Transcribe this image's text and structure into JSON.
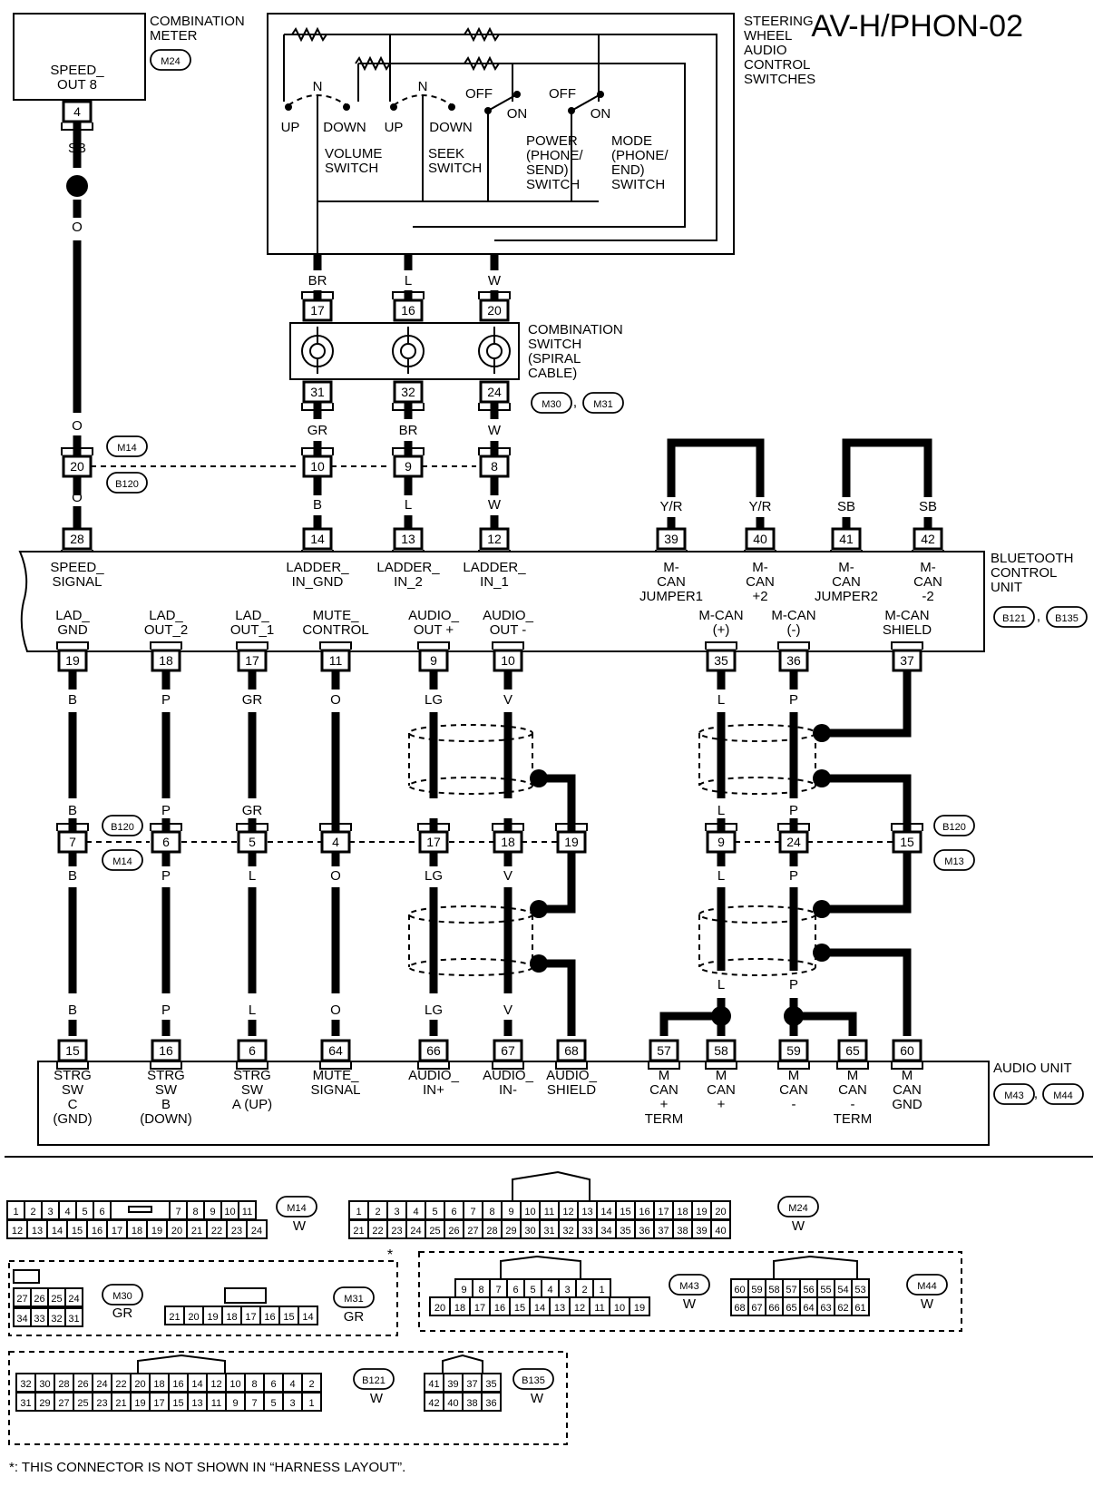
{
  "title": "AV-H/PHON-02",
  "components": {
    "combination_meter": {
      "name": "COMBINATION\nMETER",
      "connector": "M24",
      "terminal_label": "SPEED_\nOUT 8"
    },
    "steering_switches": {
      "name": "STEERING\nWHEEL\nAUDIO\nCONTROL\nSWITCHES",
      "volume": "VOLUME\nSWITCH",
      "seek": "SEEK\nSWITCH",
      "power": "POWER\n(PHONE/\nSEND)\nSWITCH",
      "mode": "MODE\n(PHONE/\nEND)\nSWITCH",
      "up": "UP",
      "down": "DOWN",
      "n": "N",
      "off": "OFF",
      "on": "ON"
    },
    "combination_switch": {
      "name": "COMBINATION\nSWITCH\n(SPIRAL\nCABLE)",
      "connectors": [
        "M30",
        "M31"
      ]
    },
    "bluetooth_unit": {
      "name": "BLUETOOTH\nCONTROL\nUNIT",
      "connectors": [
        "B121",
        "B135"
      ],
      "upper_terminals": [
        {
          "pin": "28",
          "label": "SPEED_\nSIGNAL"
        },
        {
          "pin": "14",
          "label": "LADDER_\nIN_GND"
        },
        {
          "pin": "13",
          "label": "LADDER_\nIN_2"
        },
        {
          "pin": "12",
          "label": "LADDER_\nIN_1"
        },
        {
          "pin": "39",
          "label": "M-\nCAN\nJUMPER1"
        },
        {
          "pin": "40",
          "label": "M-\nCAN\n+2"
        },
        {
          "pin": "41",
          "label": "M-\nCAN\nJUMPER2"
        },
        {
          "pin": "42",
          "label": "M-\nCAN\n-2"
        }
      ],
      "lower_terminals": [
        {
          "pin": "19",
          "label": "LAD_\nGND"
        },
        {
          "pin": "18",
          "label": "LAD_\nOUT_2"
        },
        {
          "pin": "17",
          "label": "LAD_\nOUT_1"
        },
        {
          "pin": "11",
          "label": "MUTE_\nCONTROL"
        },
        {
          "pin": "9",
          "label": "AUDIO_\nOUT +"
        },
        {
          "pin": "10",
          "label": "AUDIO_\nOUT -"
        },
        {
          "pin": "35",
          "label": "M-CAN\n(+)"
        },
        {
          "pin": "36",
          "label": "M-CAN\n(-)"
        },
        {
          "pin": "37",
          "label": "M-CAN\nSHIELD"
        }
      ]
    },
    "audio_unit": {
      "name": "AUDIO UNIT",
      "connectors": [
        "M43",
        "M44"
      ],
      "terminals": [
        {
          "pin": "15",
          "label": "STRG\nSW\nC\n(GND)"
        },
        {
          "pin": "16",
          "label": "STRG\nSW\nB\n(DOWN)"
        },
        {
          "pin": "6",
          "label": "STRG\nSW\nA (UP)"
        },
        {
          "pin": "64",
          "label": "MUTE_\nSIGNAL"
        },
        {
          "pin": "66",
          "label": "AUDIO_\nIN+"
        },
        {
          "pin": "67",
          "label": "AUDIO_\nIN-"
        },
        {
          "pin": "68",
          "label": "AUDIO_\nSHIELD"
        },
        {
          "pin": "57",
          "label": "M\nCAN\n+\nTERM"
        },
        {
          "pin": "58",
          "label": "M\nCAN\n+"
        },
        {
          "pin": "59",
          "label": "M\nCAN\n-"
        },
        {
          "pin": "65",
          "label": "M\nCAN\n-\nTERM"
        },
        {
          "pin": "60",
          "label": "M\nCAN\nGND"
        }
      ]
    }
  },
  "wires": {
    "speed": {
      "meter_pin": "4",
      "c1": "SB",
      "c2": "O",
      "c3": "O",
      "jc_pin": "20",
      "c4": "O"
    },
    "ladder_gnd": {
      "sw_color": "BR",
      "cs_top": "17",
      "cs_bot": "31",
      "c2": "GR",
      "jc_pin": "10",
      "c3": "B"
    },
    "ladder_2": {
      "sw_color": "L",
      "cs_top": "16",
      "cs_bot": "32",
      "c2": "BR",
      "jc_pin": "9",
      "c3": "L"
    },
    "ladder_1": {
      "sw_color": "W",
      "cs_top": "20",
      "cs_bot": "24",
      "c2": "W",
      "jc_pin": "8",
      "c3": "W"
    },
    "jumpers": {
      "c39": "Y/R",
      "c40": "Y/R",
      "c41": "SB",
      "c42": "SB"
    },
    "lower": [
      {
        "c1": "B",
        "c2": "B",
        "jc": "7",
        "c3": "B",
        "c4": "B"
      },
      {
        "c1": "P",
        "c2": "P",
        "jc": "6",
        "c3": "P",
        "c4": "P"
      },
      {
        "c1": "GR",
        "c2": "GR",
        "jc": "5",
        "c3": "L",
        "c4": "L"
      },
      {
        "c1": "O",
        "c2": "",
        "jc": "4",
        "c3": "O",
        "c4": "O"
      },
      {
        "c1": "LG",
        "c2": "",
        "jc": "17",
        "c3": "LG",
        "c4": "LG"
      },
      {
        "c1": "V",
        "c2": "",
        "jc": "18",
        "c3": "V",
        "c4": "V"
      },
      {
        "c1": "",
        "c2": "",
        "jc": "19",
        "c3": "",
        "c4": ""
      },
      {
        "c1": "L",
        "c2": "L",
        "jc": "9",
        "c3": "L",
        "c4": "L"
      },
      {
        "c1": "P",
        "c2": "P",
        "jc": "24",
        "c3": "P",
        "c4": "P"
      },
      {
        "c1": "",
        "c2": "",
        "jc": "15",
        "c3": "",
        "c4": ""
      }
    ],
    "junction_connectors": {
      "upper_a": "M14",
      "upper_b": "B120",
      "lower_left_a": "B120",
      "lower_left_b": "M14",
      "lower_right_a": "B120",
      "lower_right_b": "M13"
    }
  },
  "connector_views": {
    "M14": {
      "color": "W",
      "row1": [
        "1",
        "2",
        "3",
        "4",
        "5",
        "6",
        "7",
        "8",
        "9",
        "10",
        "11"
      ],
      "row2": [
        "12",
        "13",
        "14",
        "15",
        "16",
        "17",
        "18",
        "19",
        "20",
        "21",
        "22",
        "23",
        "24"
      ]
    },
    "M24": {
      "color": "W",
      "row1": [
        "1",
        "2",
        "3",
        "4",
        "5",
        "6",
        "7",
        "8",
        "9",
        "10",
        "11",
        "12",
        "13",
        "14",
        "15",
        "16",
        "17",
        "18",
        "19",
        "20"
      ],
      "row2": [
        "21",
        "22",
        "23",
        "24",
        "25",
        "26",
        "27",
        "28",
        "29",
        "30",
        "31",
        "32",
        "33",
        "34",
        "35",
        "36",
        "37",
        "38",
        "39",
        "40"
      ]
    },
    "M30": {
      "color": "GR",
      "row1": [
        "27",
        "26",
        "25",
        "24"
      ],
      "row2": [
        "34",
        "33",
        "32",
        "31"
      ]
    },
    "M31": {
      "color": "GR",
      "row1": [
        "21",
        "20",
        "19",
        "18",
        "17",
        "16",
        "15",
        "14"
      ]
    },
    "M43": {
      "color": "W",
      "row1": [
        "9",
        "8",
        "7",
        "6",
        "5",
        "4",
        "3",
        "2",
        "1"
      ],
      "row2": [
        "20",
        "18",
        "17",
        "16",
        "15",
        "14",
        "13",
        "12",
        "11",
        "10",
        "19"
      ]
    },
    "M44": {
      "color": "W",
      "row1": [
        "60",
        "59",
        "58",
        "57",
        "56",
        "55",
        "54",
        "53"
      ],
      "row2": [
        "68",
        "67",
        "66",
        "65",
        "64",
        "63",
        "62",
        "61"
      ]
    },
    "B121": {
      "color": "W",
      "row1": [
        "32",
        "30",
        "28",
        "26",
        "24",
        "22",
        "20",
        "18",
        "16",
        "14",
        "12",
        "10",
        "8",
        "6",
        "4",
        "2"
      ],
      "row2": [
        "31",
        "29",
        "27",
        "25",
        "23",
        "21",
        "19",
        "17",
        "15",
        "13",
        "11",
        "9",
        "7",
        "5",
        "3",
        "1"
      ]
    },
    "B135": {
      "color": "W",
      "row1": [
        "41",
        "39",
        "37",
        "35"
      ],
      "row2": [
        "42",
        "40",
        "38",
        "36"
      ]
    }
  },
  "footnote": "*: THIS CONNECTOR IS NOT SHOWN IN “HARNESS LAYOUT”.",
  "asterisk": "*"
}
